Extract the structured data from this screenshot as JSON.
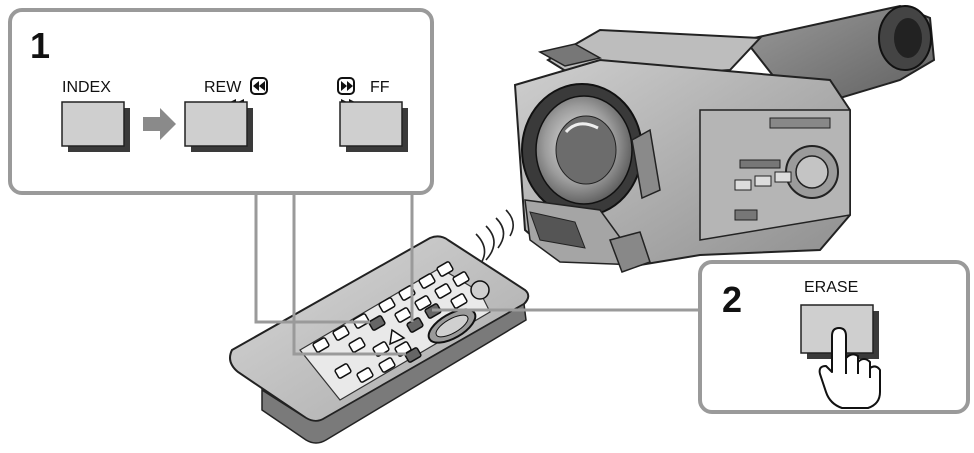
{
  "step1": {
    "number": "1",
    "buttons": [
      {
        "label": "INDEX"
      },
      {
        "label": "REW"
      },
      {
        "label": "FF"
      }
    ]
  },
  "step2": {
    "number": "2",
    "button": {
      "label": "ERASE"
    }
  }
}
